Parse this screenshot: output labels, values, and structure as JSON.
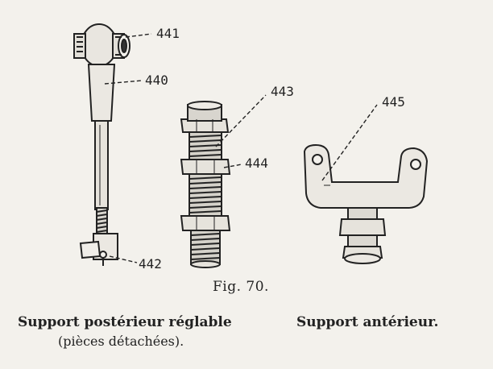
{
  "figure": {
    "number": "Fig. 70.",
    "left_caption_line1": "Support postérieur réglable",
    "left_caption_line2": "(pièces détachées).",
    "right_caption": "Support antérieur."
  },
  "parts": {
    "p440": "440",
    "p441": "441",
    "p442": "442",
    "p443": "443",
    "p444": "444",
    "p445": "445"
  }
}
